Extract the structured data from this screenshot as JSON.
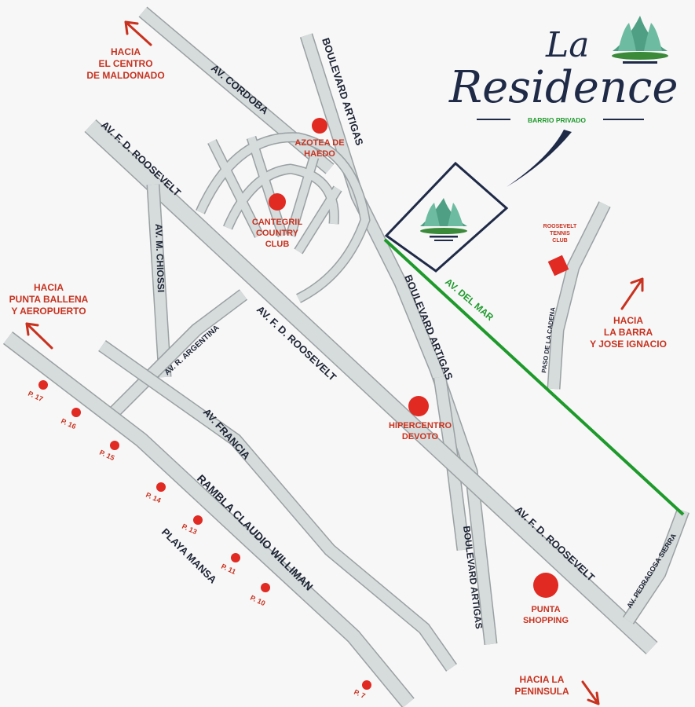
{
  "brand": {
    "name_top": "La",
    "name_main": "Residence",
    "tagline": "BARRIO PRIVADO"
  },
  "streets": {
    "av_cordoba": "AV. CORDOBA",
    "boulevard_artigas_top": "BOULEVARD ARTIGAS",
    "boulevard_artigas_mid": "BOULEVARD ARTIGAS",
    "boulevard_artigas_low": "BOULEVARD ARTIGAS",
    "roosevelt_top": "AV. F. D. ROOSEVELT",
    "roosevelt_mid": "AV. F. D. ROOSEVELT",
    "roosevelt_low": "AV. F. D. ROOSEVELT",
    "chiossi": "AV. M. CHIOSSI",
    "argentina": "AV. R. ARGENTINA",
    "francia": "AV. FRANCIA",
    "rambla": "RAMBLA CLAUDIO WILLIMAN",
    "playa_mansa": "PLAYA MANSA",
    "av_del_mar": "AV. DEL MAR",
    "paso_cadena": "PASO DE LA CADENA",
    "pedragosa": "AV. PEDRAGOSA SIERRA"
  },
  "places": {
    "azotea_1": "AZOTEA DE",
    "azotea_2": "HAEDO",
    "cantegril_1": "CANTEGRIL",
    "cantegril_2": "COUNTRY",
    "cantegril_3": "CLUB",
    "roosevelt_tennis_1": "ROOSEVELT",
    "roosevelt_tennis_2": "TENNIS",
    "roosevelt_tennis_3": "CLUB",
    "hipercentro_1": "HIPERCENTRO",
    "hipercentro_2": "DEVOTO",
    "punta_shopping_1": "PUNTA",
    "punta_shopping_2": "SHOPPING"
  },
  "directions": {
    "maldonado_1": "HACIA",
    "maldonado_2": "EL CENTRO",
    "maldonado_3": "DE MALDONADO",
    "ballena_1": "HACIA",
    "ballena_2": "PUNTA BALLENA",
    "ballena_3": "Y AEROPUERTO",
    "barra_1": "HACIA",
    "barra_2": "LA BARRA",
    "barra_3": "Y JOSE IGNACIO",
    "peninsula_1": "HACIA LA",
    "peninsula_2": "PENINSULA"
  },
  "paradas": {
    "p17": "P. 17",
    "p16": "P. 16",
    "p15": "P. 15",
    "p14": "P. 14",
    "p13": "P. 13",
    "p11": "P. 11",
    "p10": "P. 10",
    "p7": "P. 7"
  },
  "colors": {
    "road": "#d6dbdc",
    "road_edge": "#9aa1a2",
    "poi_red": "#e02a22",
    "label_red": "#c8321e",
    "av_del_mar_green": "#1e9a2b",
    "brand_navy": "#1f2a47"
  },
  "icons": [
    "agave-logo-icon",
    "location-dot-icon",
    "direction-arrow-icon"
  ]
}
